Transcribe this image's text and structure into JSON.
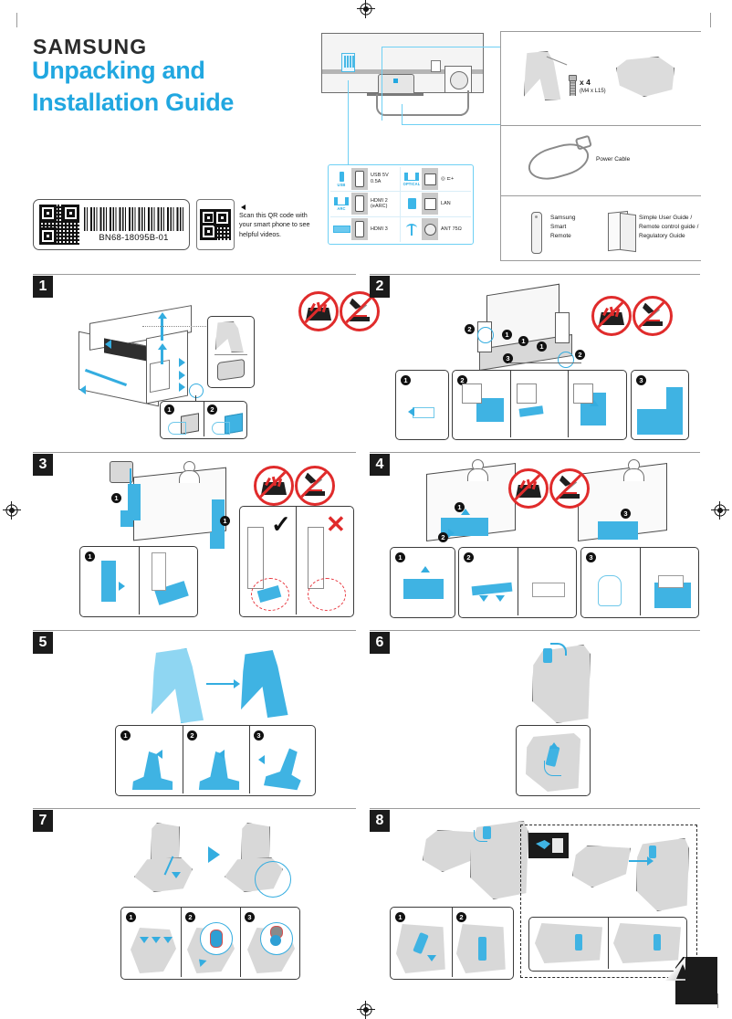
{
  "brand": {
    "logo": "SAMSUNG",
    "accent_color": "#21a7e0"
  },
  "title": {
    "line1": "Unpacking and",
    "line2": "Installation Guide"
  },
  "barcode": {
    "code": "BN68-18095B-01",
    "qr_icon": "qr-code-icon",
    "barcode_icon": "barcode-icon"
  },
  "qr_scan": {
    "qr_icon": "qr-code-icon",
    "note": "Scan this QR code with your smart phone to see helpful videos."
  },
  "tv_diagram": {
    "name": "tv-rear-connection-diagram",
    "outlet_icon": "wall-outlet-icon",
    "cable_icon": "power-cable-icon"
  },
  "ports": [
    {
      "icon": "usb-icon",
      "caption": "USB",
      "jack": "usb-a-jack-icon",
      "label": "USB 5V 0.5A"
    },
    {
      "icon": "optical-icon",
      "caption": "OPTICAL",
      "jack": "optical-jack-icon",
      "label": "◎ ⊏+"
    },
    {
      "icon": "arc-speaker-icon",
      "caption": "ARC",
      "jack": "hdmi-jack-icon",
      "label": "HDMI 2\n(eARC)"
    },
    {
      "icon": "lan-plug-icon",
      "caption": "",
      "jack": "lan-jack-icon",
      "label": "LAN"
    },
    {
      "icon": "soundbar-icon",
      "caption": "",
      "jack": "hdmi-jack-icon",
      "label": "HDMI 3"
    },
    {
      "icon": "antenna-icon",
      "caption": "",
      "jack": "coax-jack-icon",
      "label": "ANT 75Ω"
    }
  ],
  "accessories": [
    {
      "name": "stand-leg-and-screws",
      "icons": [
        "stand-leg-icon",
        "screw-icon",
        "base-plate-icon"
      ],
      "count_label": "x 4",
      "spec_label": "(M4 x L15)"
    },
    {
      "name": "power-cable",
      "icons": [
        "power-cable-icon"
      ],
      "label": "Power Cable"
    },
    {
      "name": "samsung-smart-remote",
      "icons": [
        "remote-icon"
      ],
      "label": "Samsung\nSmart\nRemote"
    },
    {
      "name": "documentation",
      "icons": [
        "booklet-icon"
      ],
      "label": "Simple User Guide /\nRemote control guide /\nRegulatory Guide"
    }
  ],
  "steps": [
    {
      "number": "1",
      "name": "step-open-carton-and-remove-parts",
      "substeps": [
        "1",
        "2"
      ],
      "warnings": [
        "no-sharp-object-icon",
        "no-knife-cut-icon"
      ],
      "parts_inset": [
        "stand-leg-icon",
        "clip-icon"
      ]
    },
    {
      "number": "2",
      "name": "step-remove-foam-and-protective-sheets",
      "substeps": [
        "1",
        "2",
        "3"
      ],
      "warnings": [
        "no-sharp-object-icon",
        "no-knife-cut-icon"
      ]
    },
    {
      "number": "3",
      "name": "step-remove-side-cushions",
      "substeps": [
        "1"
      ],
      "warnings": [
        "no-sharp-object-icon",
        "no-knife-cut-icon"
      ],
      "compare": {
        "correct": "✓",
        "incorrect": "✕"
      }
    },
    {
      "number": "4",
      "name": "step-remove-bottom-cushion-and-film",
      "substeps": [
        "1",
        "2",
        "3"
      ],
      "warnings": [
        "no-sharp-object-icon",
        "no-knife-cut-icon"
      ]
    },
    {
      "number": "5",
      "name": "step-unfold-stand-packaging",
      "substeps": [
        "1",
        "2",
        "3"
      ]
    },
    {
      "number": "6",
      "name": "step-prepare-base-plate",
      "substeps": []
    },
    {
      "number": "7",
      "name": "step-attach-stand-to-base",
      "substeps": [
        "1",
        "2",
        "3"
      ]
    },
    {
      "number": "8",
      "name": "step-secure-latch-and-finish",
      "substeps": [
        "1",
        "2"
      ]
    }
  ]
}
